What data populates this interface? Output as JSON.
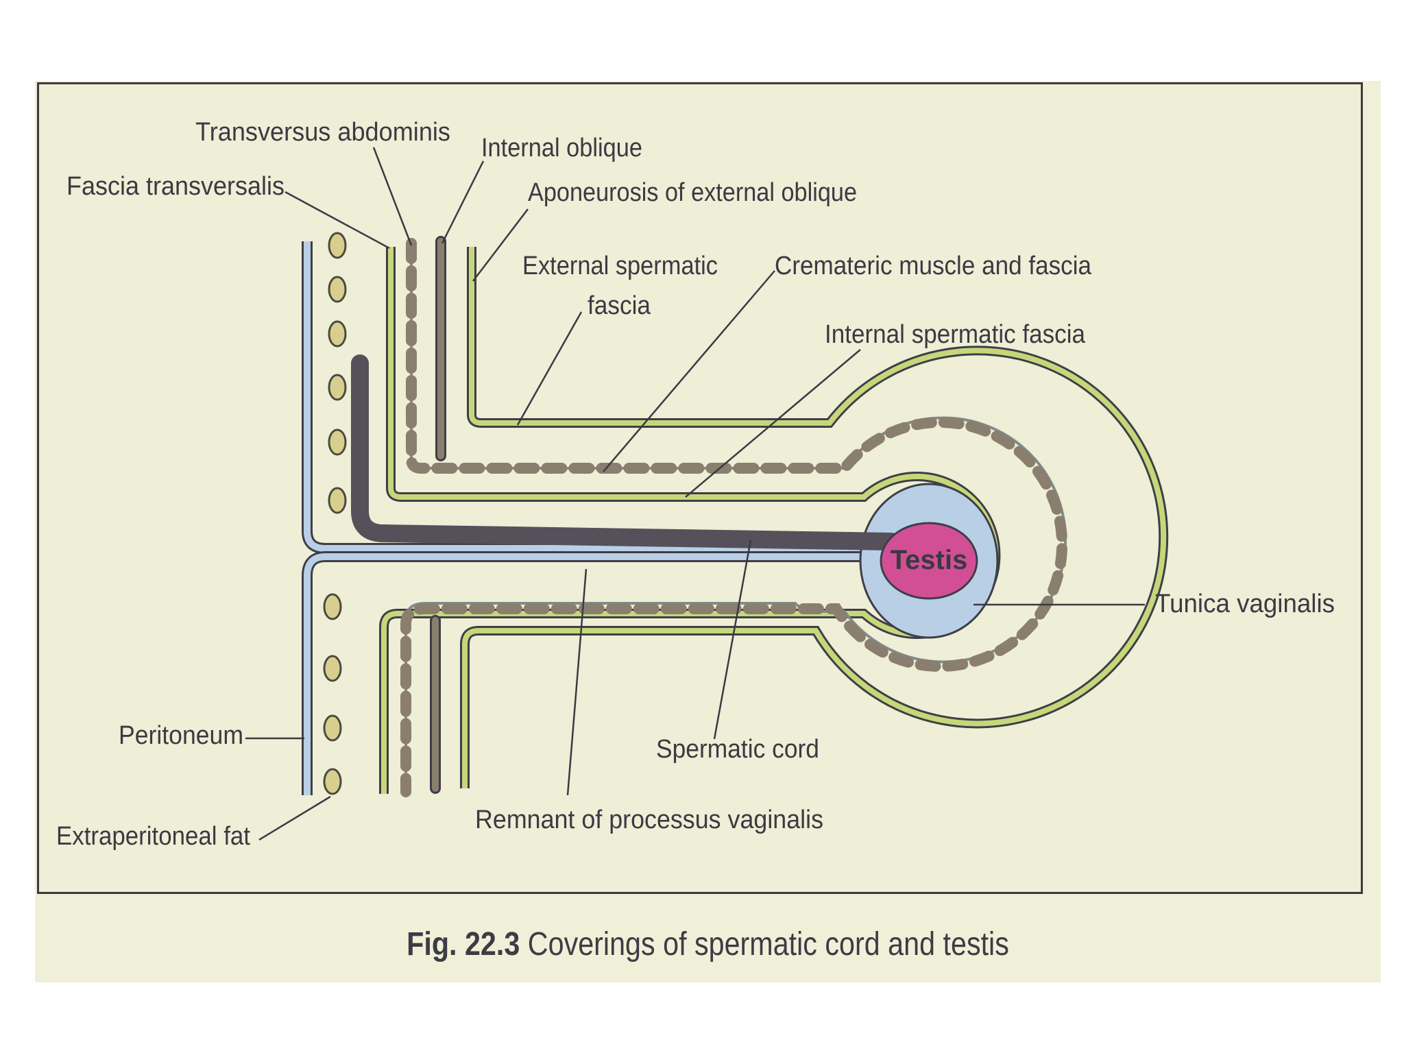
{
  "labels": {
    "transversus_abdominis": "Transversus abdominis",
    "internal_oblique": "Internal oblique",
    "fascia_transversalis": "Fascia transversalis",
    "aponeurosis_external_oblique": "Aponeurosis of external oblique",
    "external_spermatic_fascia_line1": "External spermatic",
    "external_spermatic_fascia_line2": "fascia",
    "cremasteric_muscle_fascia": "Cremateric muscle and fascia",
    "internal_spermatic_fascia": "Internal spermatic fascia",
    "testis": "Testis",
    "tunica_vaginalis": "Tunica vaginalis",
    "peritoneum": "Peritoneum",
    "spermatic_cord": "Spermatic cord",
    "remnant_processus_vaginalis": "Remnant of processus vaginalis",
    "extraperitoneal_fat": "Extraperitoneal fat"
  },
  "caption": {
    "fig_number": "Fig. 22.3",
    "text": "Coverings of spermatic cord and testis"
  },
  "colors": {
    "background": "#efeed6",
    "fascia_green": "#c6d77a",
    "muscle_grey": "#8a7f6e",
    "peritoneum_blue": "#b9cfe6",
    "fat_yellow": "#d8cf8e",
    "testis_pink": "#d24f95",
    "cord_dark": "#55505a"
  }
}
